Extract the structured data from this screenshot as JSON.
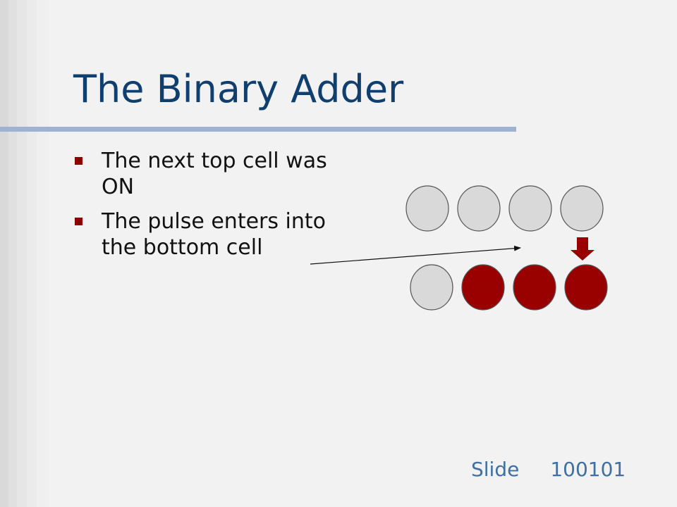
{
  "slide": {
    "title": "The Binary Adder",
    "bullets": [
      "The next top cell was ON",
      "The pulse enters into the bottom cell"
    ],
    "footer": {
      "label": "Slide",
      "number": "100101"
    }
  },
  "diagram": {
    "top_row": [
      "off",
      "off",
      "off",
      "off"
    ],
    "bottom_row": [
      "off",
      "on",
      "on",
      "on"
    ],
    "pulse_column": 3,
    "colors": {
      "on": "#990000",
      "off": "#d9d9d9",
      "outline": "#555555",
      "arrow": "#111111"
    }
  }
}
